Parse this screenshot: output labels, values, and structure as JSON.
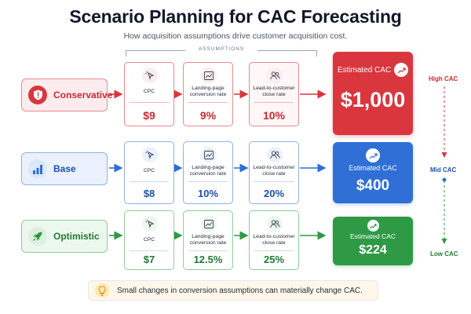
{
  "header": {
    "title": "Scenario Planning for CAC Forecasting",
    "subtitle": "How acquisition assumptions drive customer acquisition cost.",
    "assumptions_label": "ASSUMPTIONS"
  },
  "labels": {
    "cpc": "CPC",
    "landing": "Landing-page conversion rate",
    "close": "Lead-to-customer close rate",
    "estimated": "Estimated CAC"
  },
  "colors": {
    "conservative": "#d9363e",
    "base": "#2f6fd6",
    "optimistic": "#2e9a45"
  },
  "scenarios": [
    {
      "name": "Conservative",
      "icon": "shield-alert-icon",
      "cpc": "$9",
      "landing": "9%",
      "close": "10%",
      "cac": "$1,000"
    },
    {
      "name": "Base",
      "icon": "bar-chart-icon",
      "cpc": "$8",
      "landing": "10%",
      "close": "20%",
      "cac": "$400"
    },
    {
      "name": "Optimistic",
      "icon": "rocket-icon",
      "cpc": "$7",
      "landing": "12.5%",
      "close": "25%",
      "cac": "$224"
    }
  ],
  "scale": {
    "high": "High CAC",
    "mid": "Mid CAC",
    "low": "Low CAC"
  },
  "callout": {
    "text": "Small changes in conversion assumptions can materially change CAC."
  }
}
